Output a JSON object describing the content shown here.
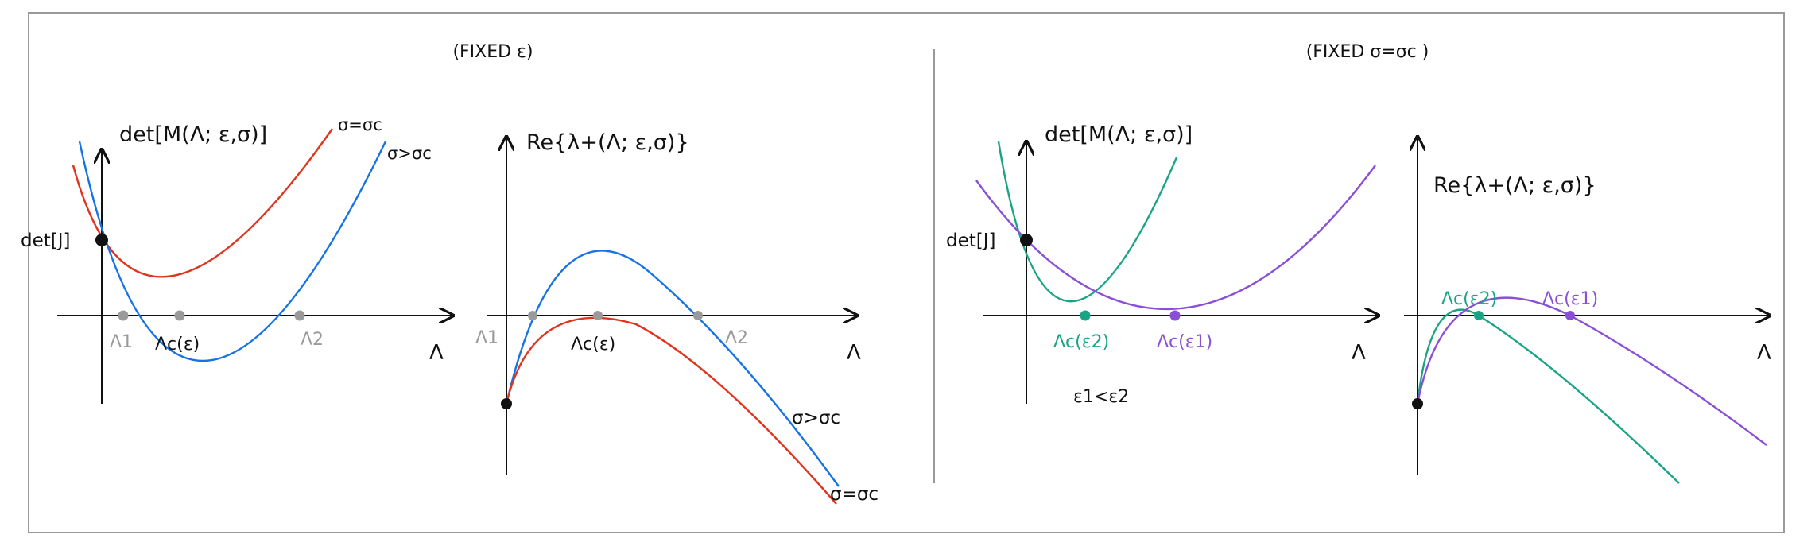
{
  "colors": {
    "red": "#e0341f",
    "blue": "#1673e6",
    "teal": "#1aa486",
    "violet": "#8a4fd6",
    "gray": "#9a9a9a",
    "ink": "#111111"
  },
  "left_panel": {
    "title": "(FIXED ε)",
    "det_plot": {
      "ylabel": "det[M(Λ; ε,σ)]",
      "det_j_label": "det[J]",
      "xlabel": "Λ",
      "curve_red_label": "σ=σc",
      "curve_blue_label": "σ>σc",
      "root1_label": "Λ1",
      "critical_label": "Λc(ε)",
      "root2_label": "Λ2"
    },
    "eig_plot": {
      "ylabel": "Re{λ+(Λ; ε,σ)}",
      "xlabel": "Λ",
      "root1_label": "Λ1",
      "critical_label": "Λc(ε)",
      "root2_label": "Λ2",
      "curve_blue_label": "σ>σc",
      "curve_red_label": "σ=σc"
    }
  },
  "right_panel": {
    "title": "(FIXED σ=σc )",
    "det_plot": {
      "ylabel": "det[M(Λ; ε,σ)]",
      "det_j_label": "det[J]",
      "xlabel": "Λ",
      "critical2_label": "Λc(ε2)",
      "critical1_label": "Λc(ε1)",
      "condition_label": "ε1<ε2"
    },
    "eig_plot": {
      "ylabel": "Re{λ+(Λ; ε,σ)}",
      "xlabel": "Λ",
      "critical2_label": "Λc(ε2)",
      "critical1_label": "Λc(ε1)"
    }
  }
}
